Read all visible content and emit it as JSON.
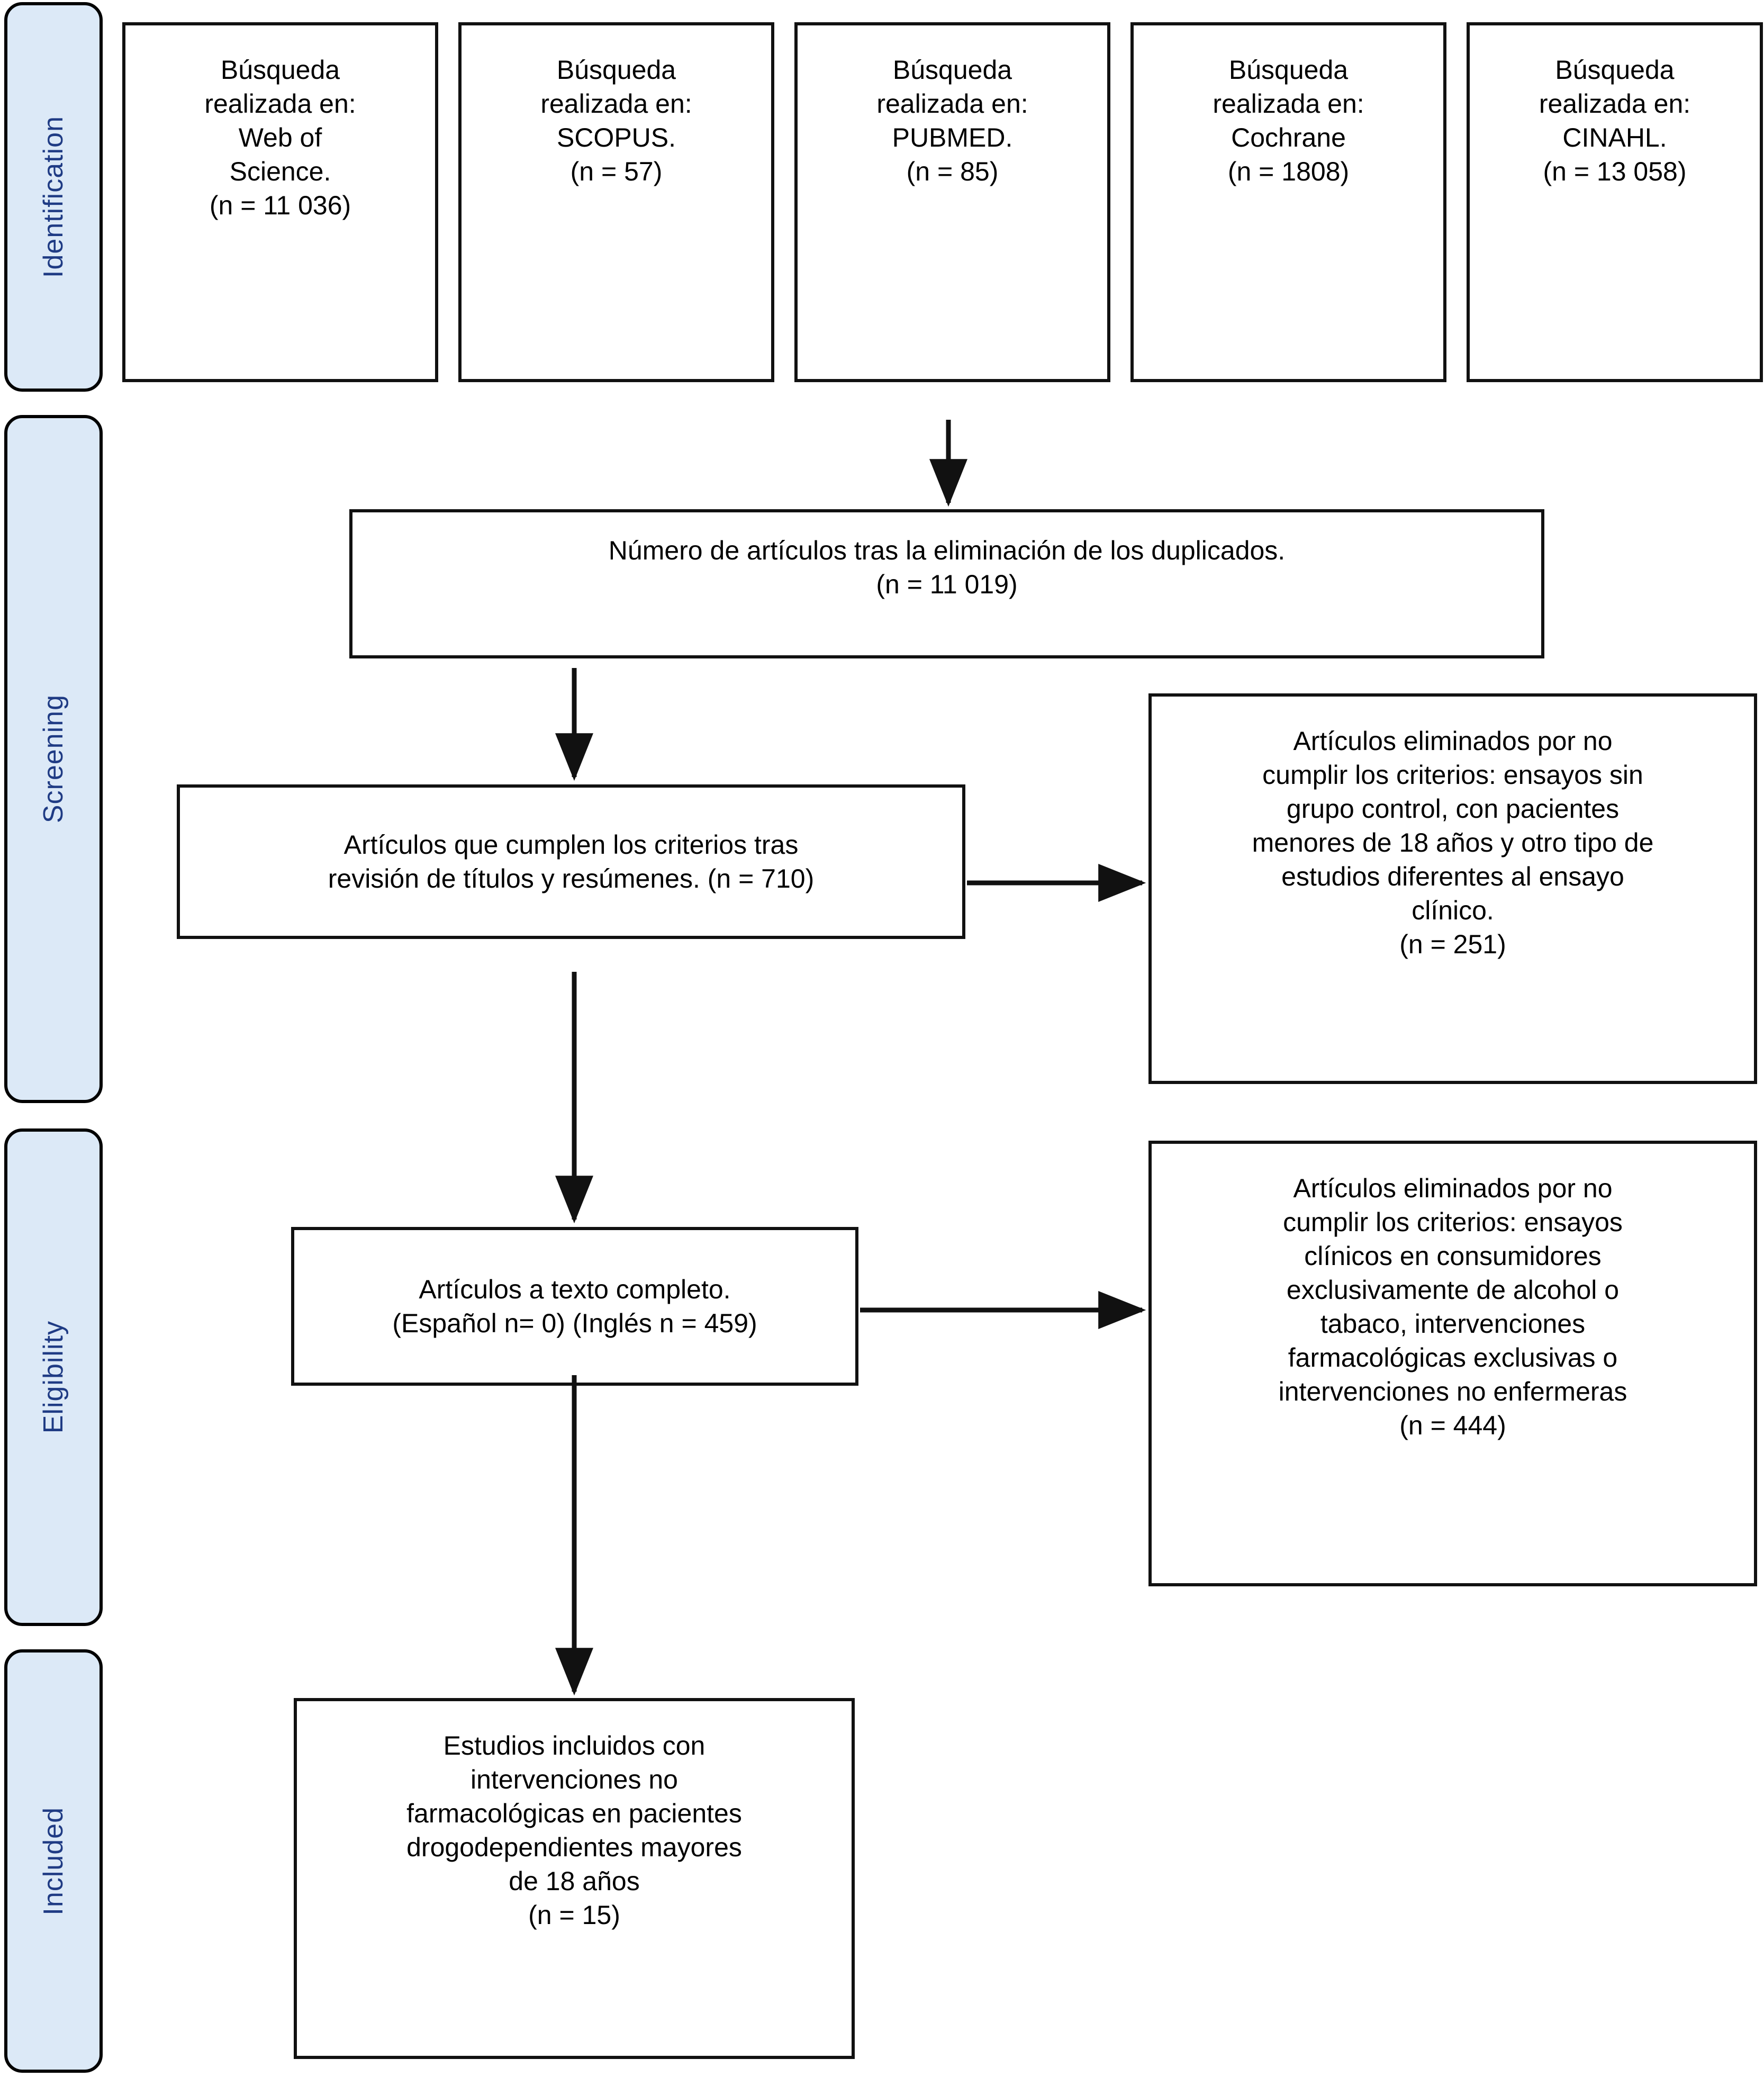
{
  "diagram": {
    "title": "PRISMA flow diagram",
    "accent_color": "#1f3b84",
    "pill_fill": "#dce9f7",
    "line_color": "#111111"
  },
  "stages": [
    {
      "id": "identification",
      "label": "Identification"
    },
    {
      "id": "screening",
      "label": "Screening"
    },
    {
      "id": "eligibility",
      "label": "Eligibility"
    },
    {
      "id": "included",
      "label": "Included"
    }
  ],
  "sources": [
    {
      "id": "wos",
      "line1": "Búsqueda",
      "line2": "realizada en:",
      "line3": "Web of",
      "line4": "Science.",
      "count": "(n = 11 036)"
    },
    {
      "id": "scopus",
      "line1": "Búsqueda",
      "line2": "realizada en:",
      "line3": "SCOPUS.",
      "line4": "",
      "count": "(n = 57)"
    },
    {
      "id": "pubmed",
      "line1": "Búsqueda",
      "line2": "realizada en:",
      "line3": "PUBMED.",
      "line4": "",
      "count": "(n = 85)"
    },
    {
      "id": "cochrane",
      "line1": "Búsqueda",
      "line2": "realizada en:",
      "line3": "Cochrane",
      "line4": "",
      "count": "(n = 1808)"
    },
    {
      "id": "cinahl",
      "line1": "Búsqueda",
      "line2": "realizada en:",
      "line3": "CINAHL.",
      "line4": "",
      "count": "(n = 13 058)"
    }
  ],
  "nodes": {
    "duplicates": {
      "line1": "Número de artículos tras la eliminación de los duplicados.",
      "line2": "(n = 11 019)"
    },
    "title_abstract": {
      "line1": "Artículos que cumplen los criterios tras",
      "line2": "revisión de títulos y resúmenes.  (n = 710)"
    },
    "excluded_screening": {
      "line1": "Artículos eliminados por no",
      "line2": "cumplir los criterios: ensayos sin",
      "line3": "grupo control, con pacientes",
      "line4": "menores de 18 años y otro tipo de",
      "line5": "estudios diferentes al ensayo",
      "line6": "clínico.",
      "line7": "(n = 251)"
    },
    "full_text": {
      "line1": "Artículos a texto completo.",
      "line2": "(Español n= 0) (Inglés n = 459)"
    },
    "excluded_eligibility": {
      "line1": "Artículos eliminados por no",
      "line2": "cumplir los criterios: ensayos",
      "line3": "clínicos en consumidores",
      "line4": "exclusivamente de alcohol o",
      "line5": "tabaco, intervenciones",
      "line6": "farmacológicas exclusivas o",
      "line7": "intervenciones no enfermeras",
      "line8": "(n = 444)"
    },
    "included_studies": {
      "line1": "Estudios incluidos con",
      "line2": "intervenciones no",
      "line3": "farmacológicas en pacientes",
      "line4": "drogodependientes mayores",
      "line5": "de 18 años",
      "line6": "(n = 15)"
    }
  },
  "chart_data": {
    "type": "diagram",
    "title": "PRISMA flow diagram",
    "stages": [
      "Identification",
      "Screening",
      "Eligibility",
      "Included"
    ],
    "records": [
      {
        "stage": "Identification",
        "label": "Web of Science.",
        "n": 11036
      },
      {
        "stage": "Identification",
        "label": "SCOPUS.",
        "n": 57
      },
      {
        "stage": "Identification",
        "label": "PUBMED.",
        "n": 85
      },
      {
        "stage": "Identification",
        "label": "Cochrane",
        "n": 1808
      },
      {
        "stage": "Identification",
        "label": "CINAHL.",
        "n": 13058
      },
      {
        "stage": "Screening",
        "label": "Número de artículos tras la eliminación de los duplicados.",
        "n": 11019
      },
      {
        "stage": "Screening",
        "label": "Artículos que cumplen los criterios tras revisión de títulos y resúmenes.",
        "n": 710
      },
      {
        "stage": "Screening",
        "label": "Artículos eliminados por no cumplir los criterios",
        "n": 251,
        "excluded": true
      },
      {
        "stage": "Eligibility",
        "label": "Artículos a texto completo (Inglés)",
        "n": 459
      },
      {
        "stage": "Eligibility",
        "label": "Artículos a texto completo (Español)",
        "n": 0
      },
      {
        "stage": "Eligibility",
        "label": "Artículos eliminados por no cumplir los criterios",
        "n": 444,
        "excluded": true
      },
      {
        "stage": "Included",
        "label": "Estudios incluidos con intervenciones no farmacológicas en pacientes drogodependientes mayores de 18 años",
        "n": 15
      }
    ]
  }
}
